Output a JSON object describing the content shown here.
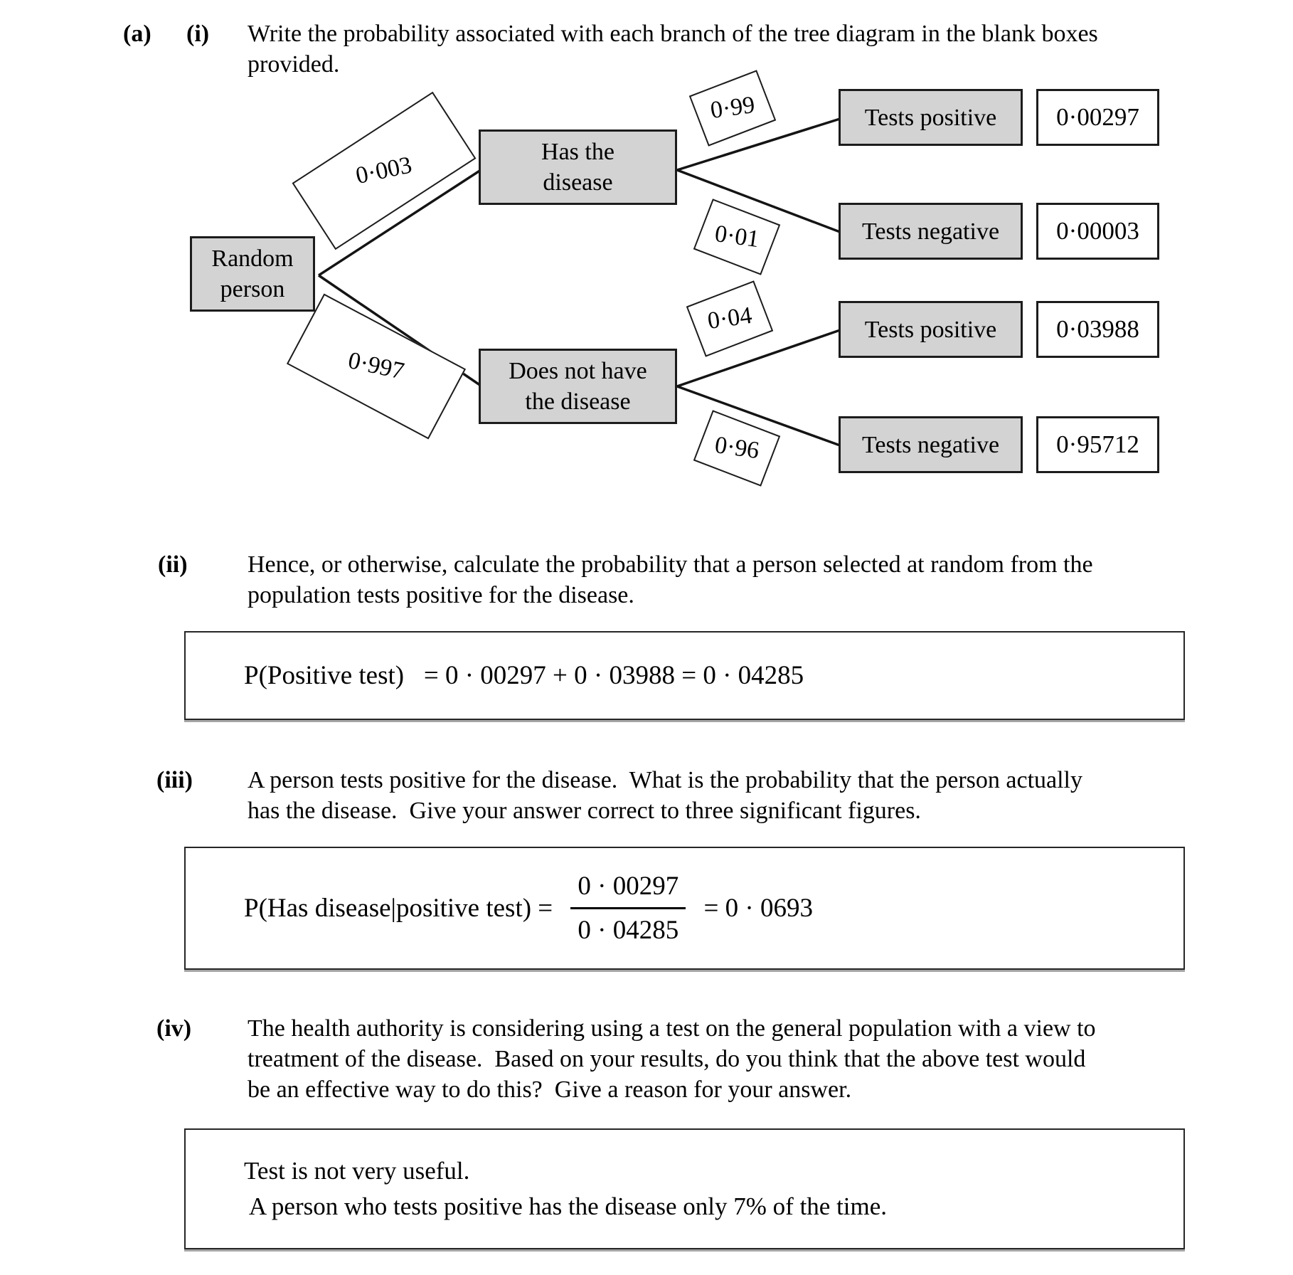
{
  "heading": {
    "part_label": "(a)",
    "item_label": "(i)",
    "text": "Write the probability associated with each branch of the tree diagram in the blank boxes\nprovided."
  },
  "tree": {
    "root_label": "Random\nperson",
    "level1": [
      {
        "prob": "0·003",
        "label": "Has the\ndisease"
      },
      {
        "prob": "0·997",
        "label": "Does not have\nthe disease"
      }
    ],
    "level2": [
      {
        "prob": "0·99",
        "label": "Tests positive",
        "result": "0·00297"
      },
      {
        "prob": "0·01",
        "label": "Tests negative",
        "result": "0·00003"
      },
      {
        "prob": "0·04",
        "label": "Tests positive",
        "result": "0·03988"
      },
      {
        "prob": "0·96",
        "label": "Tests negative",
        "result": "0·95712"
      }
    ]
  },
  "section_ii": {
    "label": "(ii)",
    "text": "Hence, or otherwise, calculate the probability that a person selected at random from the\npopulation tests positive for the disease.",
    "answer": "P(Positive test)   = 0 · 00297 + 0 · 03988 = 0 · 04285"
  },
  "section_iii": {
    "label": "(iii)",
    "text": "A person tests positive for the disease.  What is the probability that the person actually\nhas the disease.  Give your answer correct to three significant figures.",
    "answer_prefix": "P(Has disease|positive test) = ",
    "fraction_numerator": "0 · 00297",
    "fraction_denominator": "0 · 04285",
    "answer_suffix": " = 0 · 0693"
  },
  "section_iv": {
    "label": "(iv)",
    "text": "The health authority is considering using a test on the general population with a view to\ntreatment of the disease.  Based on your results, do you think that the above test would\nbe an effective way to do this?  Give a reason for your answer.",
    "answer": "Test is not very useful.\n A person who tests positive has the disease only 7% of the time."
  },
  "colors": {
    "node_fill": "#d3d3d3",
    "border": "#1c1c1c",
    "background": "#ffffff"
  }
}
